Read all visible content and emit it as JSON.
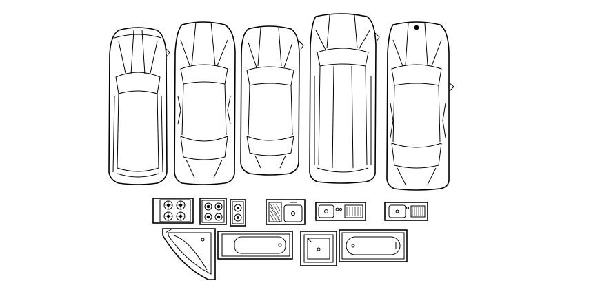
{
  "drawing": {
    "background": "#ffffff",
    "line_color": "#000000",
    "cars": [
      {
        "id": "car-1",
        "style": "hatchback"
      },
      {
        "id": "car-2",
        "style": "sedan"
      },
      {
        "id": "car-3",
        "style": "sedan-compact"
      },
      {
        "id": "car-4",
        "style": "wagon"
      },
      {
        "id": "car-5",
        "style": "sedan-rear-window"
      }
    ],
    "fixtures": [
      {
        "id": "cooktop-large",
        "burners": 4
      },
      {
        "id": "cooktop-medium",
        "burners": 4
      },
      {
        "id": "cooktop-small",
        "burners": 2
      },
      {
        "id": "sink-double-square"
      },
      {
        "id": "sink-with-drainboard-1"
      },
      {
        "id": "sink-with-drainboard-2"
      },
      {
        "id": "corner-bathtub"
      },
      {
        "id": "bathtub-rectangular"
      },
      {
        "id": "shower-tray"
      },
      {
        "id": "bathtub-oval"
      }
    ]
  }
}
